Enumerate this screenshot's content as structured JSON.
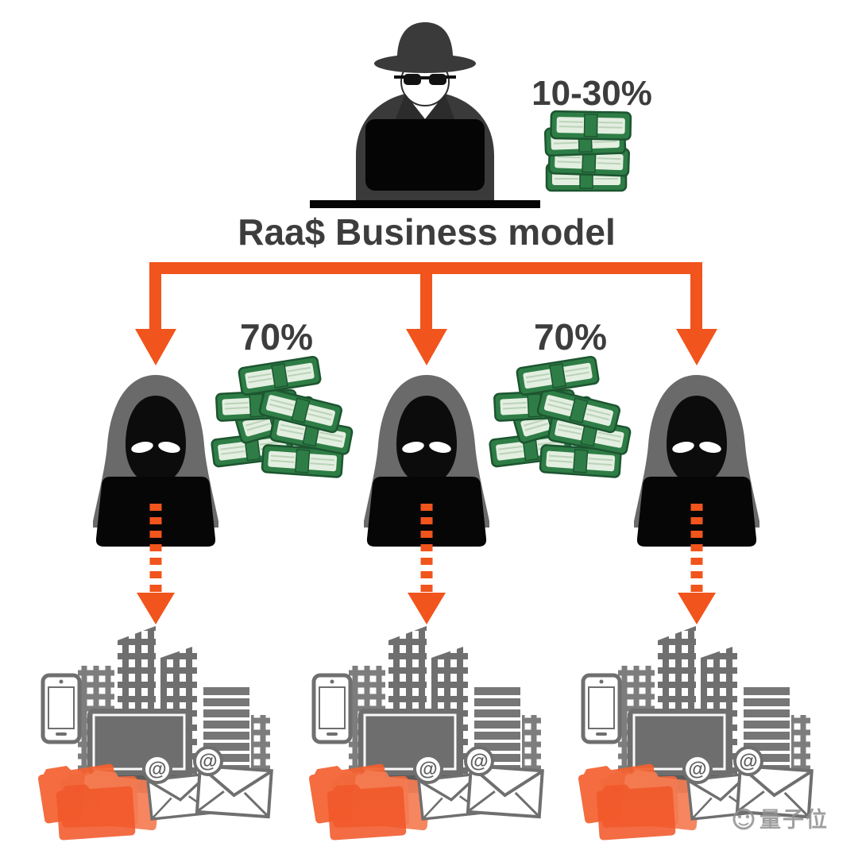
{
  "diagram": {
    "title": "Raa$ Business model",
    "operator": {
      "share_label": "10-30%"
    },
    "affiliates": {
      "share_labels": [
        "70%",
        "70%"
      ]
    },
    "targets": {
      "at_symbol": "@"
    },
    "watermark": {
      "text": "量子位"
    },
    "colors": {
      "accent_orange": "#F1541C",
      "title_gray": "#3D3D3D",
      "hood_gray": "#6A6A6A",
      "building_gray": "#6F6F6F",
      "money_green": "#2E7D46",
      "money_band": "#E3EFE0",
      "folder_orange": "#F2693C"
    }
  }
}
